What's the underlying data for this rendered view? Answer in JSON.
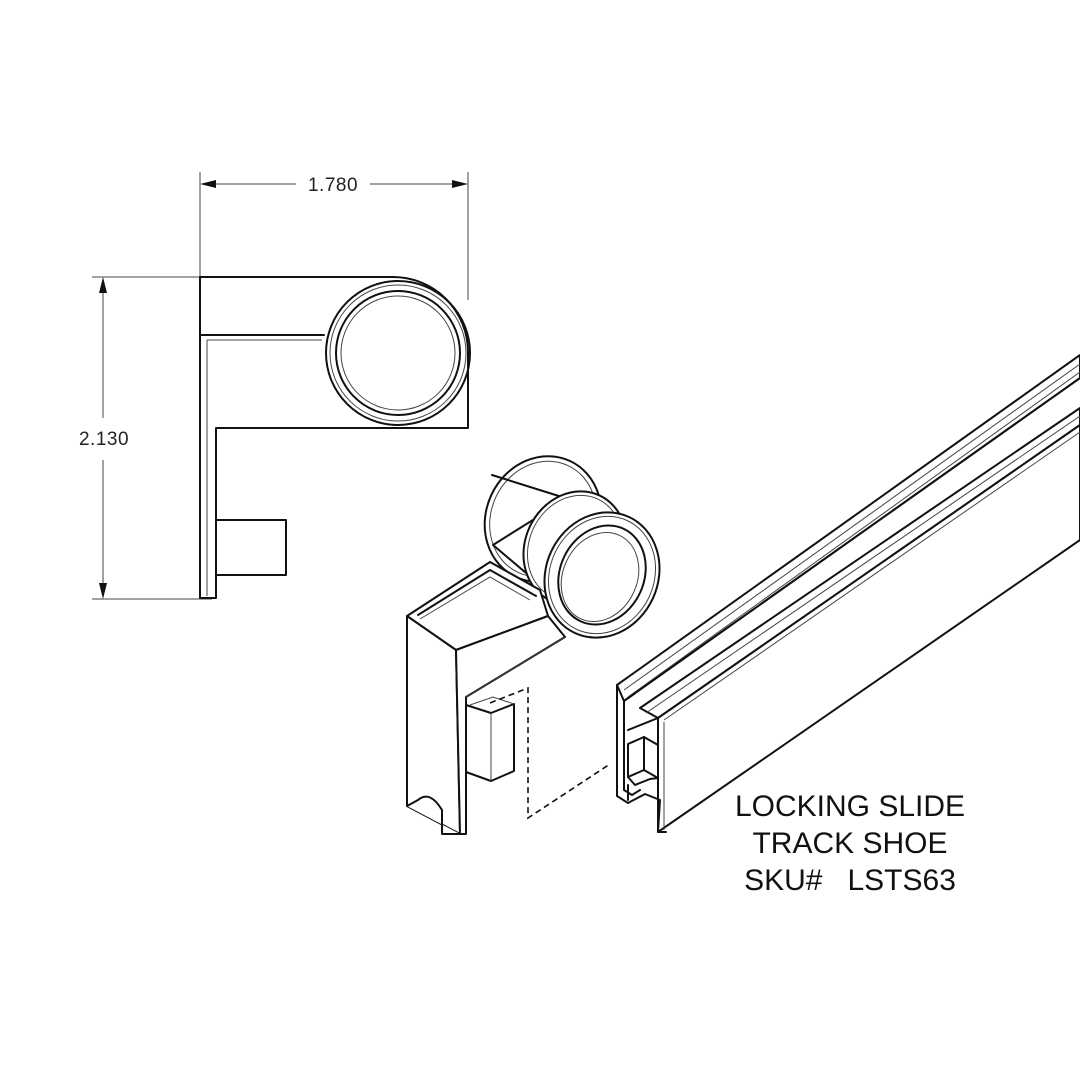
{
  "dimensions": {
    "width_label": "1.780",
    "height_label": "2.130"
  },
  "title": {
    "line1": "LOCKING SLIDE",
    "line2": "TRACK SHOE",
    "line3": "SKU#   LSTS63"
  }
}
